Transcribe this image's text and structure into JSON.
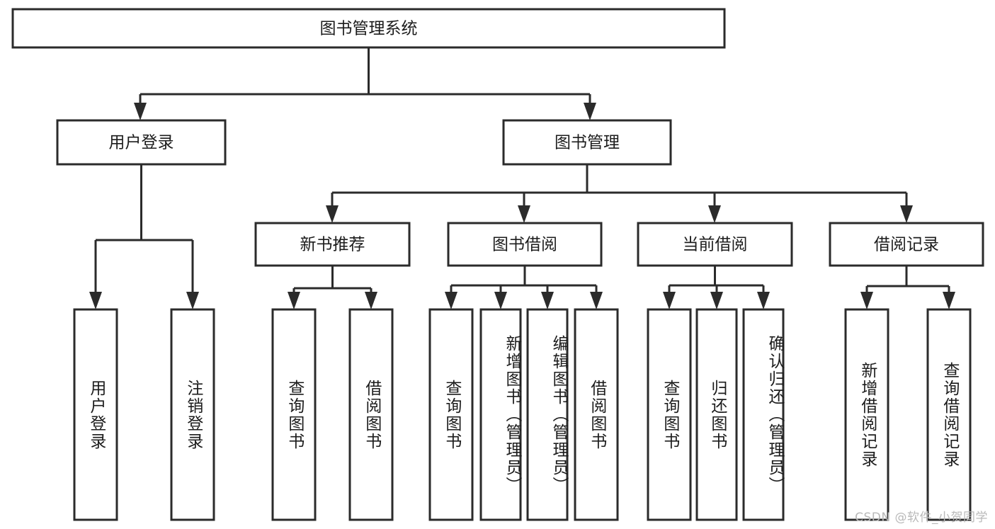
{
  "diagram": {
    "title": "图书管理系统",
    "type": "tree",
    "orientation": "top-down",
    "watermark": "CSDN @软件_小贺同学",
    "colors": {
      "box_stroke": "#2b2b2b",
      "box_fill": "#ffffff",
      "connector": "#2b2b2b",
      "text": "#1c1c1c",
      "watermark": "#b9b9b9",
      "background": "#ffffff"
    },
    "levels": {
      "root": {
        "label": "图书管理系统",
        "orientation": "horizontal"
      },
      "level2": [
        {
          "label": "用户登录",
          "orientation": "horizontal"
        },
        {
          "label": "图书管理",
          "orientation": "horizontal"
        }
      ],
      "level3": [
        {
          "label": "新书推荐",
          "orientation": "horizontal",
          "parent": "图书管理"
        },
        {
          "label": "图书借阅",
          "orientation": "horizontal",
          "parent": "图书管理"
        },
        {
          "label": "当前借阅",
          "orientation": "horizontal",
          "parent": "图书管理"
        },
        {
          "label": "借阅记录",
          "orientation": "horizontal",
          "parent": "图书管理"
        }
      ],
      "leaves": [
        {
          "label": "用户登录",
          "orientation": "vertical",
          "parent": "用户登录"
        },
        {
          "label": "注销登录",
          "orientation": "vertical",
          "parent": "用户登录"
        },
        {
          "label": "查询图书",
          "orientation": "vertical",
          "parent": "新书推荐"
        },
        {
          "label": "借阅图书",
          "orientation": "vertical",
          "parent": "新书推荐"
        },
        {
          "label": "查询图书",
          "orientation": "vertical",
          "parent": "图书借阅"
        },
        {
          "label": "新增图书（管理员）",
          "orientation": "vertical",
          "parent": "图书借阅"
        },
        {
          "label": "编辑图书（管理员）",
          "orientation": "vertical",
          "parent": "图书借阅"
        },
        {
          "label": "借阅图书",
          "orientation": "vertical",
          "parent": "图书借阅"
        },
        {
          "label": "查询图书",
          "orientation": "vertical",
          "parent": "当前借阅"
        },
        {
          "label": "归还图书",
          "orientation": "vertical",
          "parent": "当前借阅"
        },
        {
          "label": "确认归还（管理员）",
          "orientation": "vertical",
          "parent": "当前借阅"
        },
        {
          "label": "新增借阅记录",
          "orientation": "vertical",
          "parent": "借阅记录"
        },
        {
          "label": "查询借阅记录",
          "orientation": "vertical",
          "parent": "借阅记录"
        }
      ]
    }
  }
}
